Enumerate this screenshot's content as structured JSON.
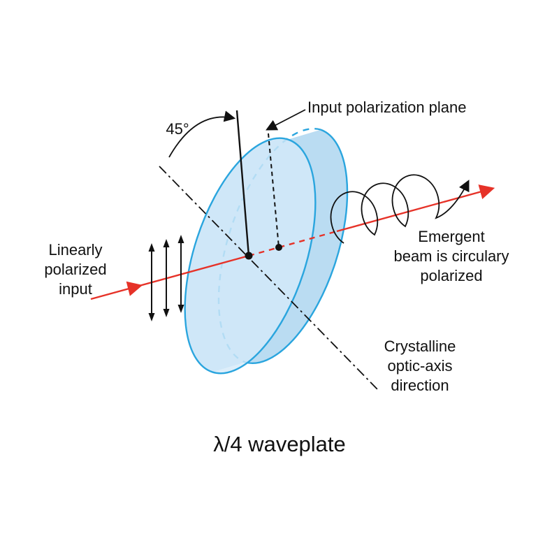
{
  "diagram": {
    "title": "λ/4 waveplate",
    "angle_label": "45°",
    "labels": {
      "input_plane": "Input polarization plane",
      "linear_line1": "Linearly",
      "linear_line2": "polarized",
      "linear_line3": "input",
      "emergent_line1": "Emergent",
      "emergent_line2": "beam is circulary",
      "emergent_line3": "polarized",
      "optic_line1": "Crystalline",
      "optic_line2": "optic-axis",
      "optic_line3": "direction"
    },
    "colors": {
      "background": "#ffffff",
      "ink": "#111111",
      "beam_red": "#e63228",
      "disc_stroke": "#2aa5de",
      "disc_fill": "#d4eaf9",
      "disc_fill_dark": "#badcf2"
    }
  }
}
